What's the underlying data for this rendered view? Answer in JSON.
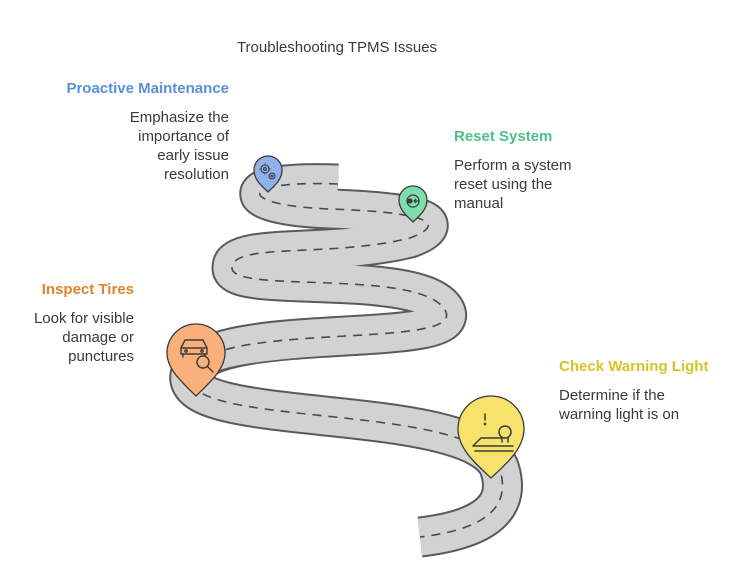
{
  "title": "Troubleshooting TPMS Issues",
  "steps": [
    {
      "heading": "Proactive Maintenance",
      "description": "Emphasize the importance of early issue resolution",
      "color": "#5b8fd9",
      "pin_color": "#8fb2ea",
      "icon": "gears-icon"
    },
    {
      "heading": "Reset System",
      "description": "Perform a system reset using the manual",
      "color": "#4cc089",
      "pin_color": "#7fdcab",
      "icon": "reset-button-icon"
    },
    {
      "heading": "Inspect Tires",
      "description": "Look for visible damage or punctures",
      "color": "#e0852f",
      "pin_color": "#f9b07a",
      "icon": "car-inspect-icon"
    },
    {
      "heading": "Check Warning Light",
      "description": "Determine if the warning light is on",
      "color": "#d9c229",
      "pin_color": "#f7e26b",
      "icon": "warning-light-icon"
    }
  ]
}
